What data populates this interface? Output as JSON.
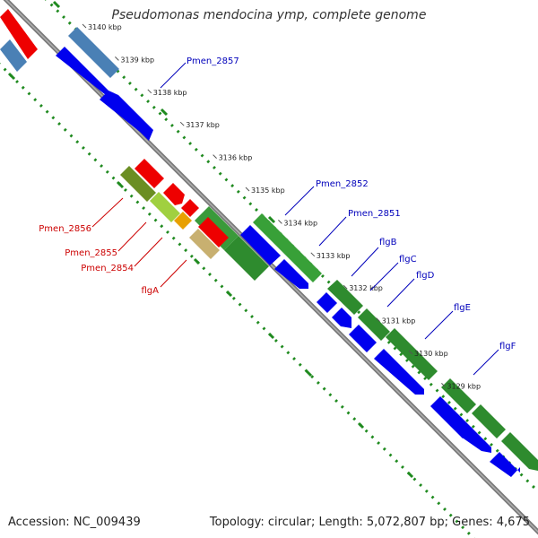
{
  "title": "Pseudomonas mendocina ymp, complete genome",
  "footer": {
    "accession": "Accession: NC_009439",
    "topology": "Topology: circular; Length: 5,072,807 bp; Genes: 4,675"
  },
  "colors": {
    "background": "#ffffff",
    "backbone": "#7a7a7a",
    "gc_dots": "#1f8a1f",
    "forward_label": "#0000bb",
    "reverse_label": "#cc0000",
    "cds_blue": "#0000ee",
    "cds_red": "#ee0000",
    "cds_green": "#2e8b2e",
    "cds_steel": "#4a80b5"
  },
  "ticks": [
    {
      "label": "3140 kbp"
    },
    {
      "label": "3139 kbp"
    },
    {
      "label": "3138 kbp"
    },
    {
      "label": "3137 kbp"
    },
    {
      "label": "3136 kbp"
    },
    {
      "label": "3135 kbp"
    },
    {
      "label": "3134 kbp"
    },
    {
      "label": "3133 kbp"
    },
    {
      "label": "3132 kbp"
    },
    {
      "label": "3131 kbp"
    },
    {
      "label": "3130 kbp"
    },
    {
      "label": "3129 kbp"
    }
  ],
  "forward_labels": [
    "Pmen_2857",
    "Pmen_2852",
    "Pmen_2851",
    "flgB",
    "flgC",
    "flgD",
    "flgE",
    "flgF"
  ],
  "reverse_labels": [
    "Pmen_2856",
    "Pmen_2855",
    "Pmen_2854",
    "flgA"
  ]
}
